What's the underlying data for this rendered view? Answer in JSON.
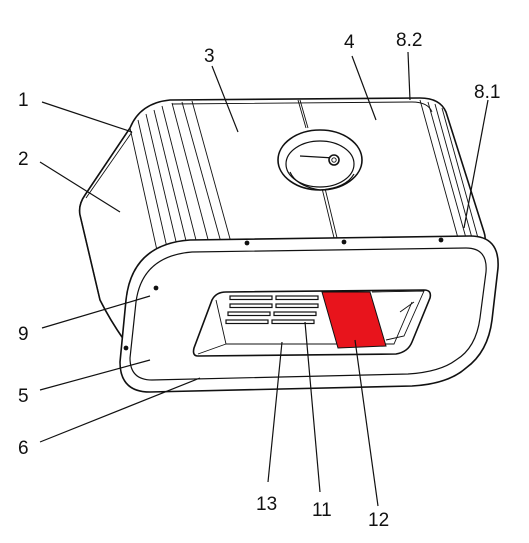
{
  "diagram": {
    "labels": {
      "l1": "1",
      "l2": "2",
      "l3": "3",
      "l4": "4",
      "l5": "5",
      "l6": "6",
      "l9": "9",
      "l81": "8.1",
      "l82": "8.2",
      "l11": "11",
      "l12": "12",
      "l13": "13"
    },
    "colors": {
      "line": "#111111",
      "highlight": "#e8141c",
      "background": "#ffffff"
    }
  }
}
